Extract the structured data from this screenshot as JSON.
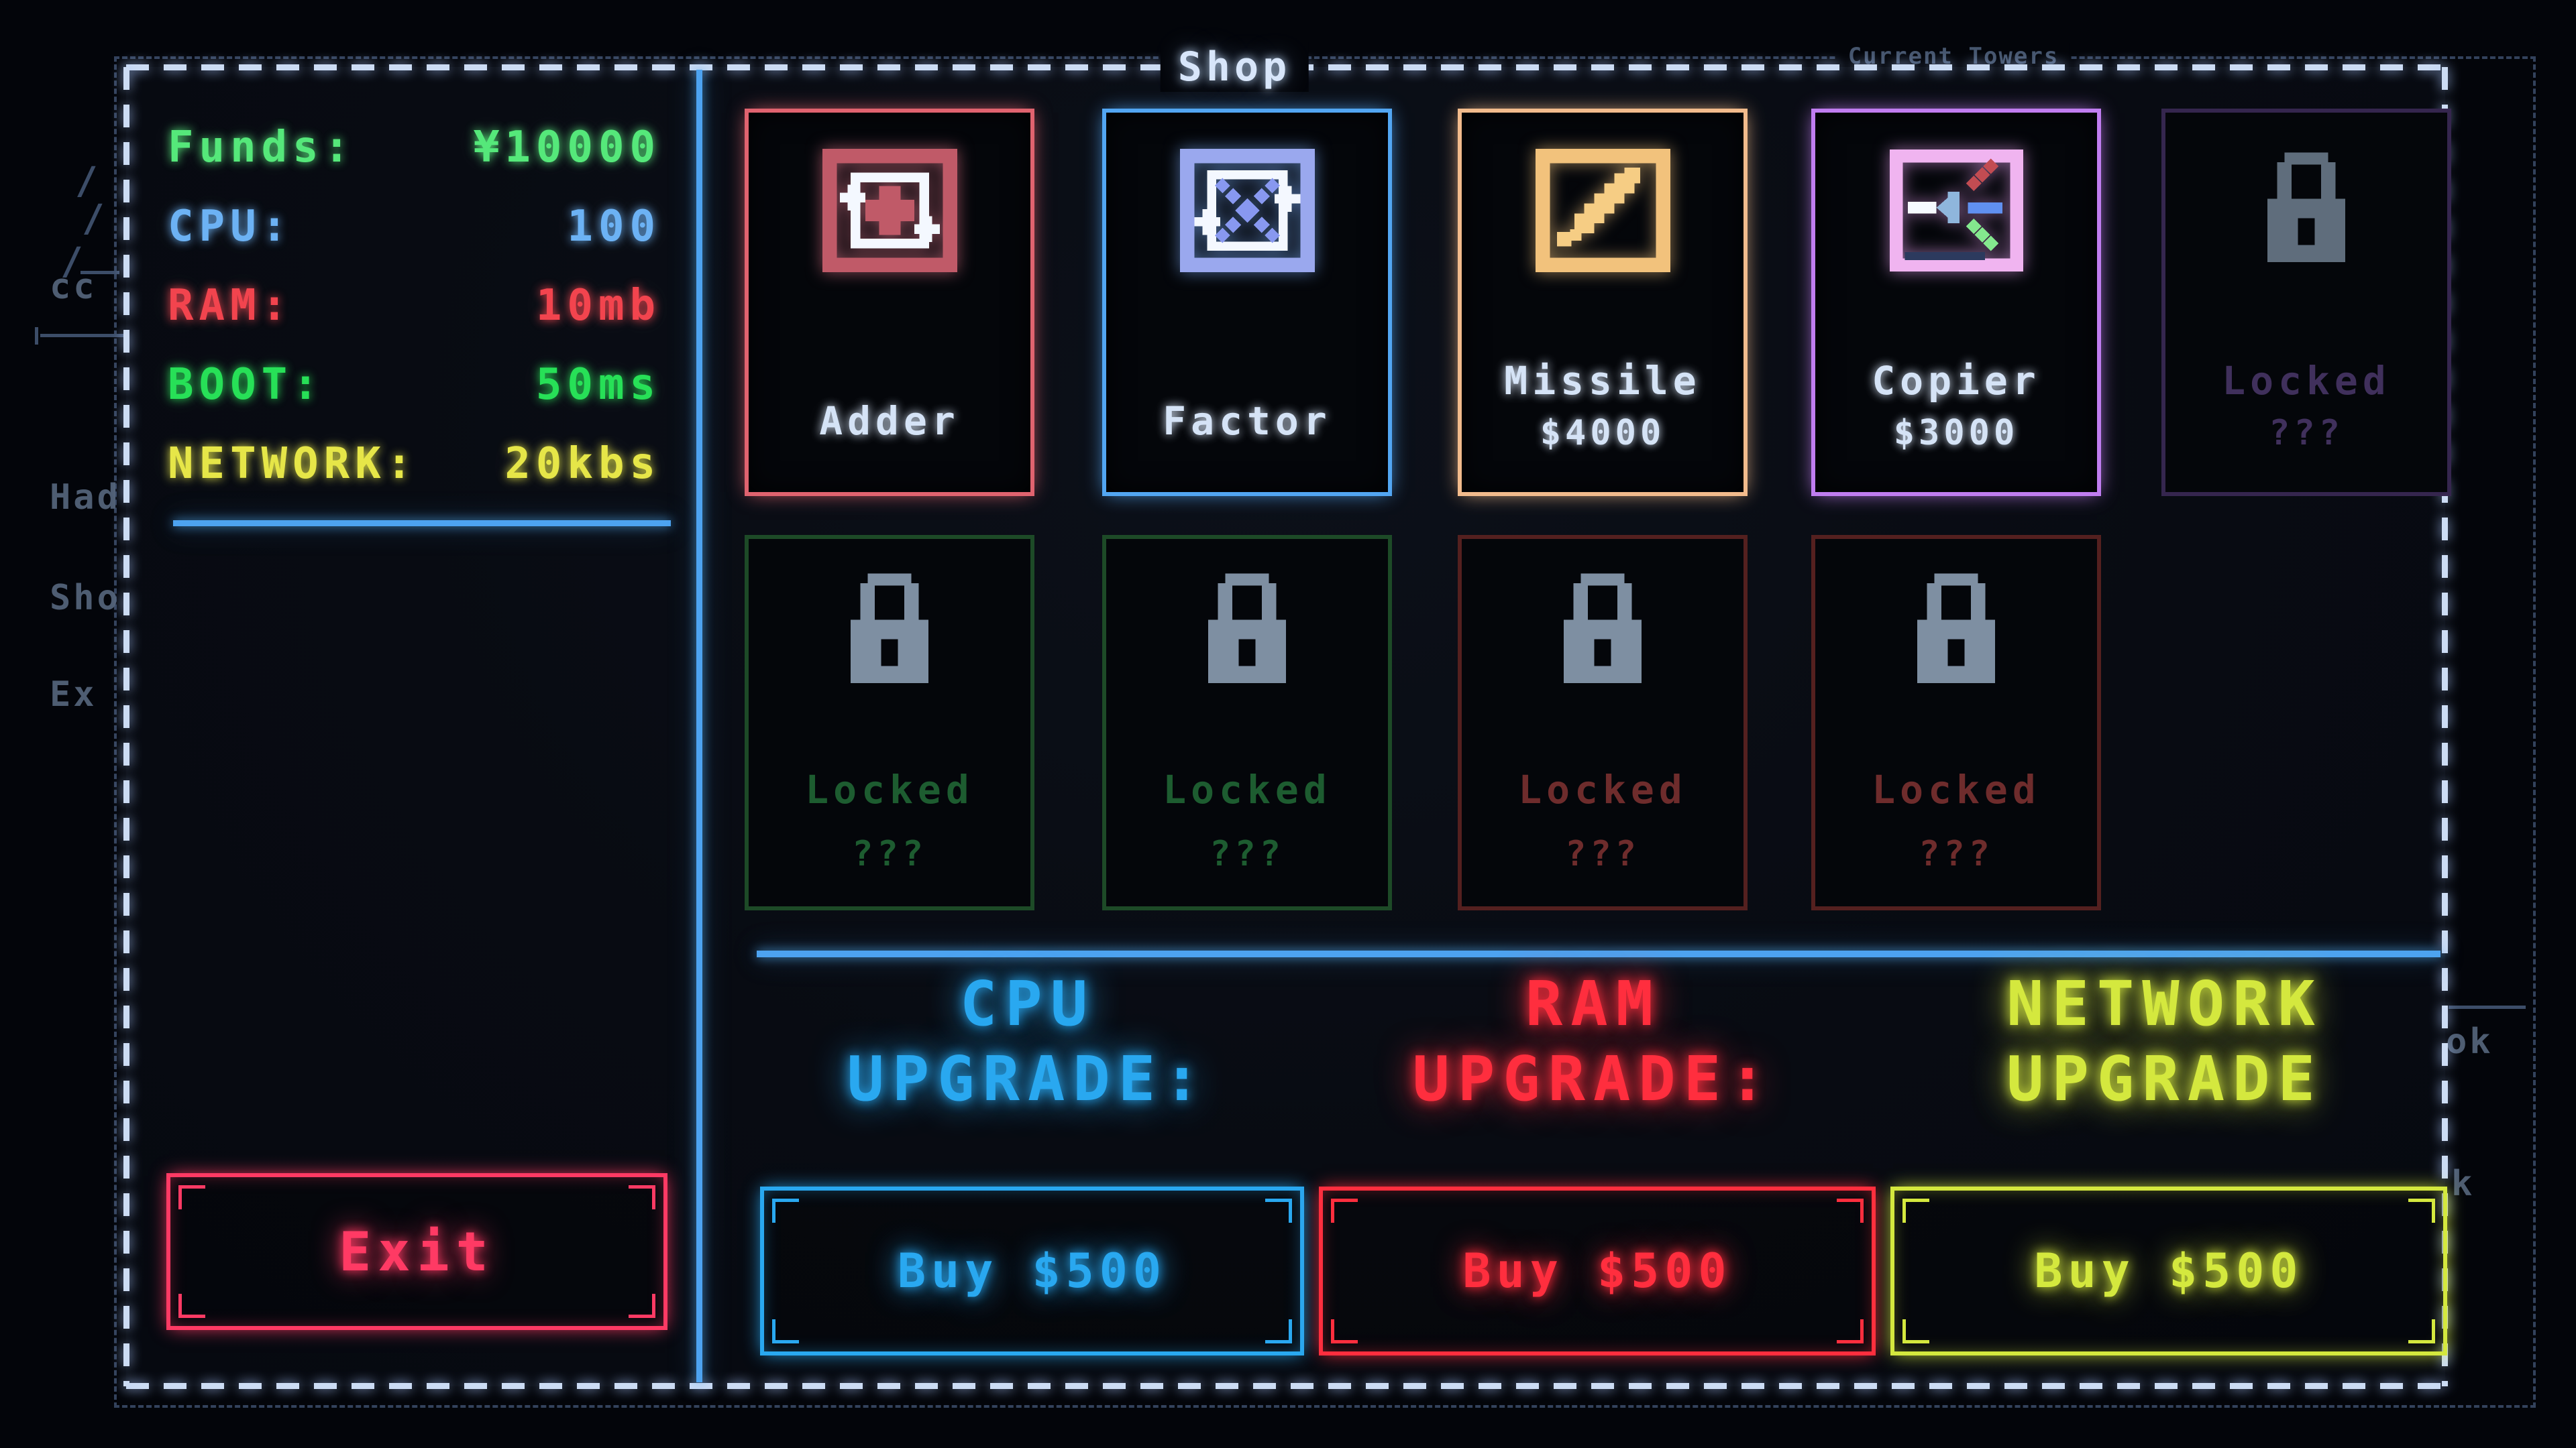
{
  "title": "Shop",
  "background": {
    "window_title": "Current Towers",
    "menu_fragments": [
      "cc",
      "Had",
      "Sho",
      "Ex"
    ],
    "right_fragments": [
      "ok",
      "k"
    ],
    "slashes": [
      "/",
      "/",
      "/"
    ]
  },
  "stats": {
    "rows": [
      {
        "label": "Funds:",
        "value": "¥10000",
        "color": "#55e87a"
      },
      {
        "label": "CPU:",
        "value": "100",
        "color": "#6cb2f4"
      },
      {
        "label": "RAM:",
        "value": "10mb",
        "color": "#f2444e"
      },
      {
        "label": "BOOT:",
        "value": "50ms",
        "color": "#27e057"
      },
      {
        "label": "NETWORK:",
        "value": "20kbs",
        "color": "#e6e648"
      }
    ]
  },
  "exit_label": "Exit",
  "shop": {
    "cards": [
      {
        "name": "Adder",
        "price": "",
        "accent": "#e0636f",
        "locked": false
      },
      {
        "name": "Factor",
        "price": "",
        "accent": "#52a6f2",
        "locked": false
      },
      {
        "name": "Missile",
        "price": "$4000",
        "accent": "#f2bb8c",
        "locked": false
      },
      {
        "name": "Copier",
        "price": "$3000",
        "accent": "#c07df0",
        "locked": false
      },
      {
        "name": "Locked",
        "price": "???",
        "accent": "#35264e",
        "locked": true
      },
      {
        "name": "Locked",
        "price": "???",
        "accent": "#1d4a27",
        "locked": true
      },
      {
        "name": "Locked",
        "price": "???",
        "accent": "#1d4a27",
        "locked": true
      },
      {
        "name": "Locked",
        "price": "???",
        "accent": "#54201f",
        "locked": true
      },
      {
        "name": "Locked",
        "price": "???",
        "accent": "#54201f",
        "locked": true
      }
    ]
  },
  "upgrades": [
    {
      "line1": "CPU",
      "line2": "UPGRADE:",
      "buy_label": "Buy $500",
      "accent": "#29a8f0"
    },
    {
      "line1": "RAM",
      "line2": "UPGRADE:",
      "buy_label": "Buy $500",
      "accent": "#ff2e3e"
    },
    {
      "line1": "NETWORK",
      "line2": "UPGRADE",
      "buy_label": "Buy $500",
      "accent": "#d4e83e"
    }
  ],
  "colors": {
    "modal_dash_border": "#ccdcf4",
    "divider_blue": "#4da3f0",
    "exit_pink": "#ff3a64",
    "background_text": "#4e5d72",
    "lock_gray": "#7e8fa2"
  }
}
